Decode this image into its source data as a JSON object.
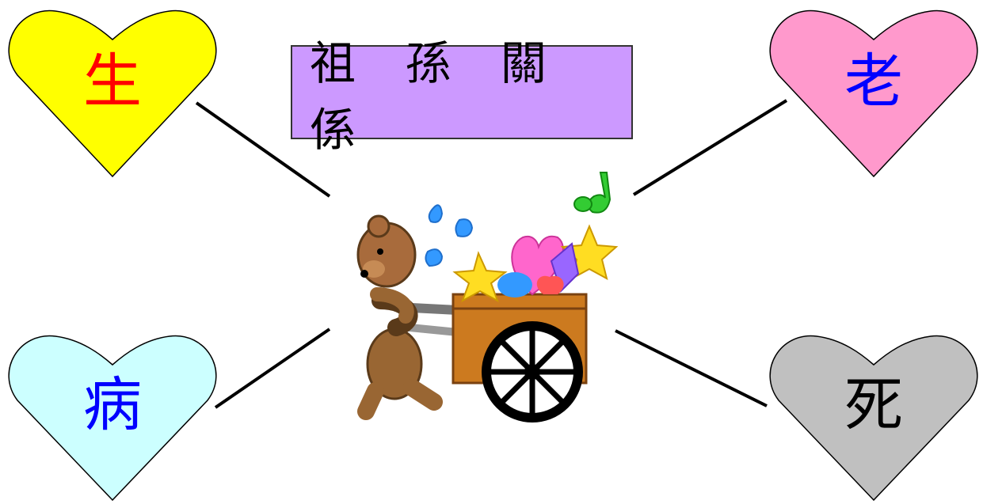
{
  "title": "祖 孫 關 係",
  "hearts": [
    {
      "id": "birth",
      "char": "生",
      "fill": "#ffff00",
      "text_color": "#ff0000"
    },
    {
      "id": "old",
      "char": "老",
      "fill": "#ff99cc",
      "text_color": "#0000ff"
    },
    {
      "id": "sickness",
      "char": "病",
      "fill": "#ccffff",
      "text_color": "#0000ff"
    },
    {
      "id": "death",
      "char": "死",
      "fill": "#c0c0c0",
      "text_color": "#000000"
    }
  ],
  "center_image": "bear-pulling-cart-illustration"
}
